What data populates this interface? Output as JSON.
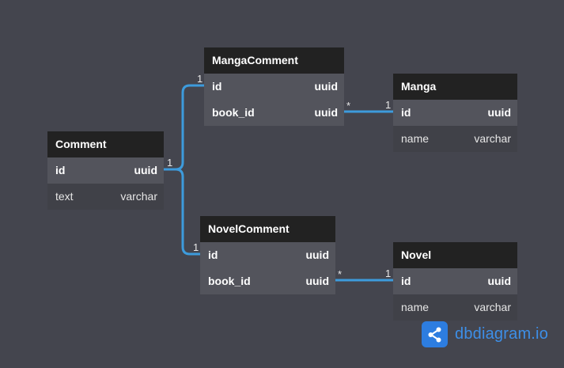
{
  "tables": {
    "manga_comment": {
      "name": "MangaComment",
      "fields": [
        {
          "name": "id",
          "type": "uuid"
        },
        {
          "name": "book_id",
          "type": "uuid"
        }
      ]
    },
    "manga": {
      "name": "Manga",
      "fields": [
        {
          "name": "id",
          "type": "uuid"
        },
        {
          "name": "name",
          "type": "varchar"
        }
      ]
    },
    "comment": {
      "name": "Comment",
      "fields": [
        {
          "name": "id",
          "type": "uuid"
        },
        {
          "name": "text",
          "type": "varchar"
        }
      ]
    },
    "novel_comment": {
      "name": "NovelComment",
      "fields": [
        {
          "name": "id",
          "type": "uuid"
        },
        {
          "name": "book_id",
          "type": "uuid"
        }
      ]
    },
    "novel": {
      "name": "Novel",
      "fields": [
        {
          "name": "id",
          "type": "uuid"
        },
        {
          "name": "name",
          "type": "varchar"
        }
      ]
    }
  },
  "relations": {
    "comment_to_manga_comment": {
      "from_label": "1",
      "to_label": "1"
    },
    "comment_to_novel_comment": {
      "from_label": "1",
      "to_label": "1"
    },
    "manga_comment_to_manga": {
      "from_label": "*",
      "to_label": "1"
    },
    "novel_comment_to_novel": {
      "from_label": "*",
      "to_label": "1"
    }
  },
  "brand": {
    "text": "dbdiagram.io",
    "icon": "share-nodes-icon"
  },
  "colors": {
    "background": "#44454e",
    "header": "#222222",
    "connector": "#3d9bdc",
    "brand": "#2d7de0"
  }
}
